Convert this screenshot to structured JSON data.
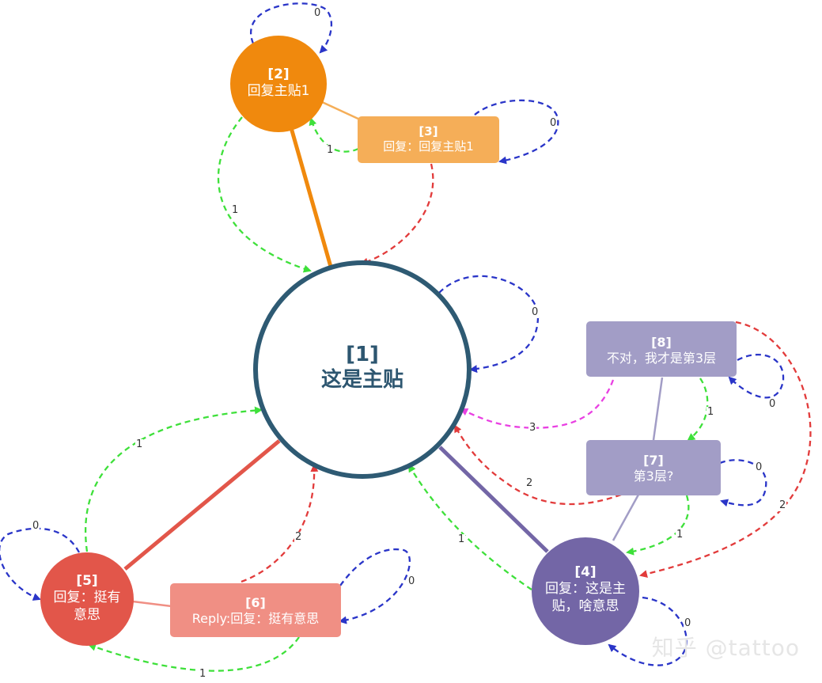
{
  "colors": {
    "main_border": "#2e5a73",
    "main_text": "#2d5670",
    "orange_dark": "#f0890d",
    "orange_light": "#f5ae58",
    "red_dark": "#e2564a",
    "red_light": "#f08f84",
    "purple_dark": "#7366a6",
    "purple_light": "#a29dc6",
    "self_loop": "#2a35c8",
    "reply_green": "#3ee03a",
    "reply_red": "#e23b3b",
    "reply_magenta": "#e940e2"
  },
  "nodes": {
    "n1": {
      "id": "[1]",
      "text": "这是主贴"
    },
    "n2": {
      "id": "[2]",
      "text": "回复主贴1"
    },
    "n3": {
      "id": "[3]",
      "text": "回复：回复主贴1"
    },
    "n4": {
      "id": "[4]",
      "line1": "回复：这是主",
      "line2": "贴，啥意思"
    },
    "n5": {
      "id": "[5]",
      "line1": "回复：挺有",
      "line2": "意思"
    },
    "n6": {
      "id": "[6]",
      "text": "Reply:回复：挺有意思"
    },
    "n7": {
      "id": "[7]",
      "text": "第3层?"
    },
    "n8": {
      "id": "[8]",
      "text": "不对，我才是第3层"
    }
  },
  "edge_labels": {
    "n2_self": "0",
    "n3_self": "0",
    "n3_to_n2": "1",
    "n2_to_n1": "1",
    "n1_self": "0",
    "n8_self": "0",
    "n8_to_n1": "3",
    "n8_to_n7": "1",
    "n7_self": "0",
    "n7_to_n1": "2",
    "n8_to_n4": "2",
    "n7_to_n4": "1",
    "n4_to_n1": "1",
    "n4_self": "0",
    "n5_to_n1": "1",
    "n5_self": "0",
    "n6_to_n1": "2",
    "n6_self": "0",
    "n6_to_n5": "1"
  },
  "watermark": "知乎 @tattoo"
}
